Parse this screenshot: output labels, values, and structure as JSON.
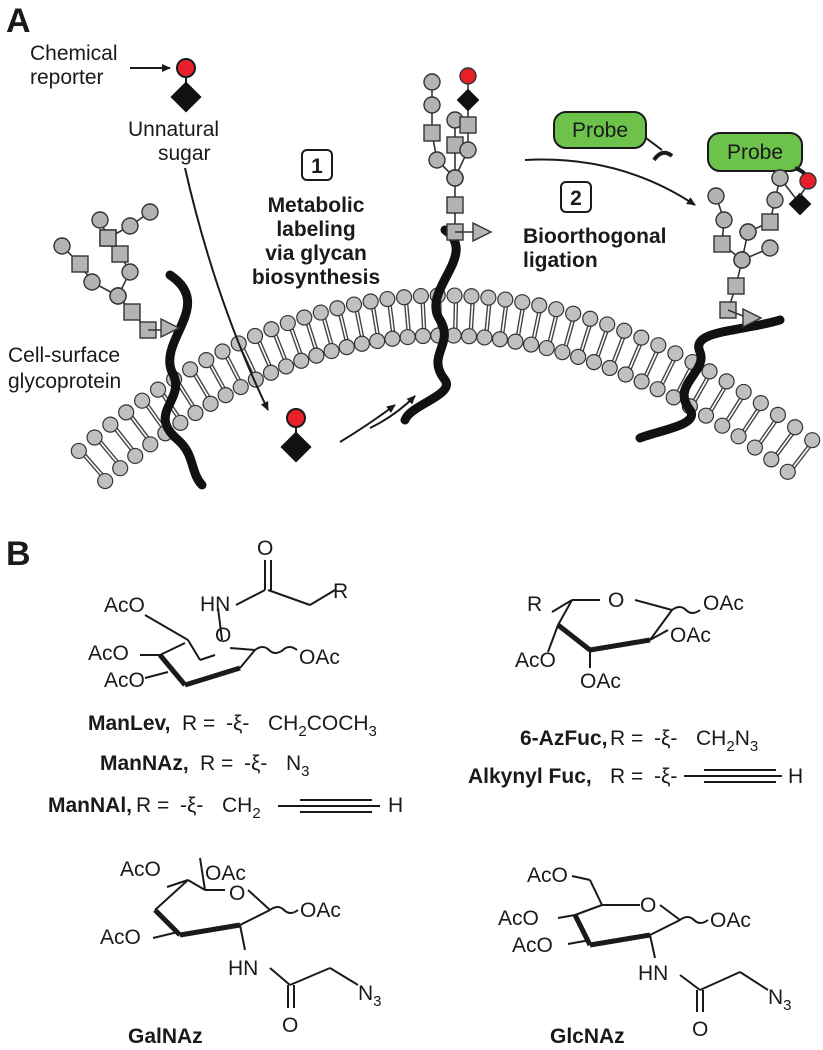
{
  "panels": {
    "a": "A",
    "b": "B"
  },
  "panel_a": {
    "chemical_reporter": [
      "Chemical",
      "reporter"
    ],
    "unnatural_sugar": [
      "Unnatural",
      "sugar"
    ],
    "step1_number": "1",
    "step1_label": [
      "Metabolic",
      "labeling",
      "via glycan",
      "biosynthesis"
    ],
    "step2_number": "2",
    "step2_label": [
      "Bioorthogonal",
      "ligation"
    ],
    "probe": "Probe",
    "cell_surface": [
      "Cell-surface",
      "glycoprotein"
    ],
    "colors": {
      "reporter": "#e8202a",
      "probe": "#6cc24a",
      "glycan": "#b3b3b3",
      "membrane": "#c0c0c0"
    }
  },
  "panel_b": {
    "mannosamine": {
      "substituents": [
        "AcO",
        "AcO",
        "AcO",
        "OAc",
        "O",
        "HN",
        "O",
        "R"
      ],
      "analogs": [
        {
          "name": "ManLev,",
          "r_eq": "R =",
          "r_pre": "CH",
          "r_sub1": "2",
          "r_mid": "COCH",
          "r_sub2": "3"
        },
        {
          "name": "ManNAz,",
          "r_eq": "R =",
          "r_pre": "N",
          "r_sub1": "3"
        },
        {
          "name": "ManNAl,",
          "r_eq": "R =",
          "r_pre": "CH",
          "r_sub1": "2",
          "r_end": "H"
        }
      ]
    },
    "fucose": {
      "substituents": [
        "R",
        "O",
        "OAc",
        "OAc",
        "OAc",
        "AcO"
      ],
      "analogs": [
        {
          "name": "6-AzFuc,",
          "r_eq": "R =",
          "r_pre": "CH",
          "r_sub1": "2",
          "r_mid": "N",
          "r_sub2": "3"
        },
        {
          "name": "Alkynyl Fuc,",
          "r_eq": "R =",
          "r_end": "H"
        }
      ]
    },
    "galnaz": {
      "name": "GalNAz",
      "substituents": [
        "OAc",
        "AcO",
        "O",
        "AcO",
        "OAc",
        "HN",
        "O",
        "N",
        "3"
      ]
    },
    "glcnaz": {
      "name": "GlcNAz",
      "substituents": [
        "AcO",
        "AcO",
        "O",
        "AcO",
        "OAc",
        "HN",
        "O",
        "N",
        "3"
      ]
    }
  }
}
